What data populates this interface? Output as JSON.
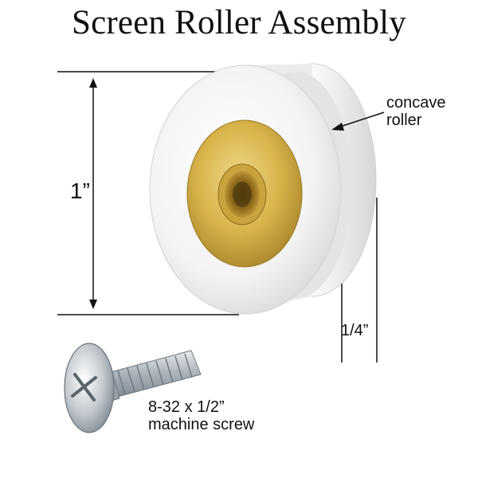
{
  "title": "Screen Roller Assembly",
  "dimensions": {
    "height": "1”",
    "width": "1/4”"
  },
  "parts": {
    "roller": {
      "line1": "concave",
      "line2": "roller"
    },
    "screw": {
      "line1": "8-32 x 1/2”",
      "line2": "machine screw"
    }
  },
  "colors": {
    "roller_white": "#f2f2f2",
    "brass": "#d8b44a",
    "screw_steel": "#b9c1c8",
    "line": "#111111"
  }
}
